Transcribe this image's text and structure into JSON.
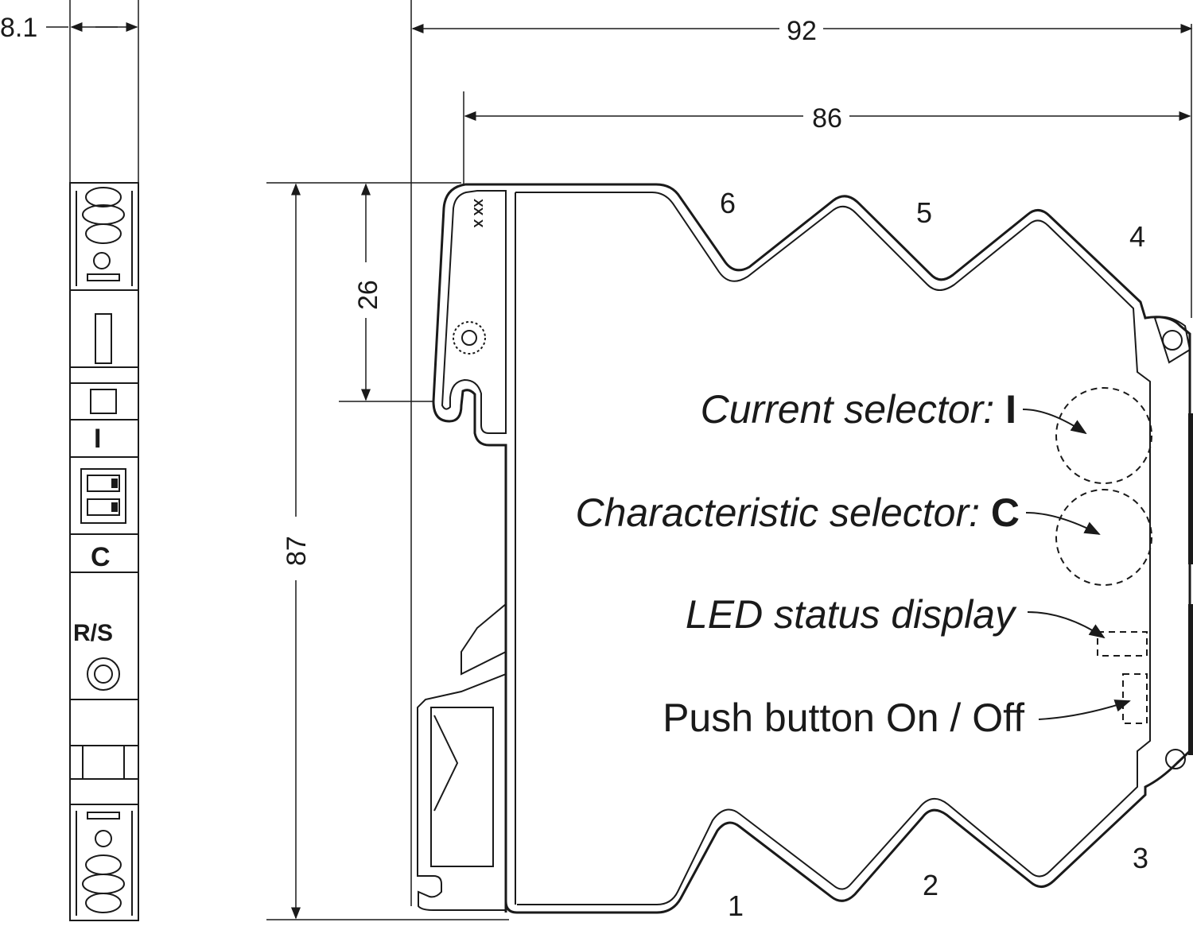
{
  "dimensions": {
    "width_side": "8.1",
    "overall_width": "92",
    "body_width": "86",
    "height": "87",
    "clip_height": "26"
  },
  "front_view": {
    "current_symbol": "I",
    "characteristic_symbol": "C",
    "reset_label": "R/S"
  },
  "side_view": {
    "terminals": {
      "t1": "1",
      "t2": "2",
      "t3": "3",
      "t4": "4",
      "t5": "5",
      "t6": "6"
    },
    "marking": "XX  X"
  },
  "callouts": {
    "current_selector": {
      "text": "Current selector: ",
      "symbol": "I"
    },
    "characteristic_selector": {
      "text": "Characteristic selector: ",
      "symbol": "C"
    },
    "led_status": "LED status display",
    "push_button": "Push button On / Off"
  }
}
